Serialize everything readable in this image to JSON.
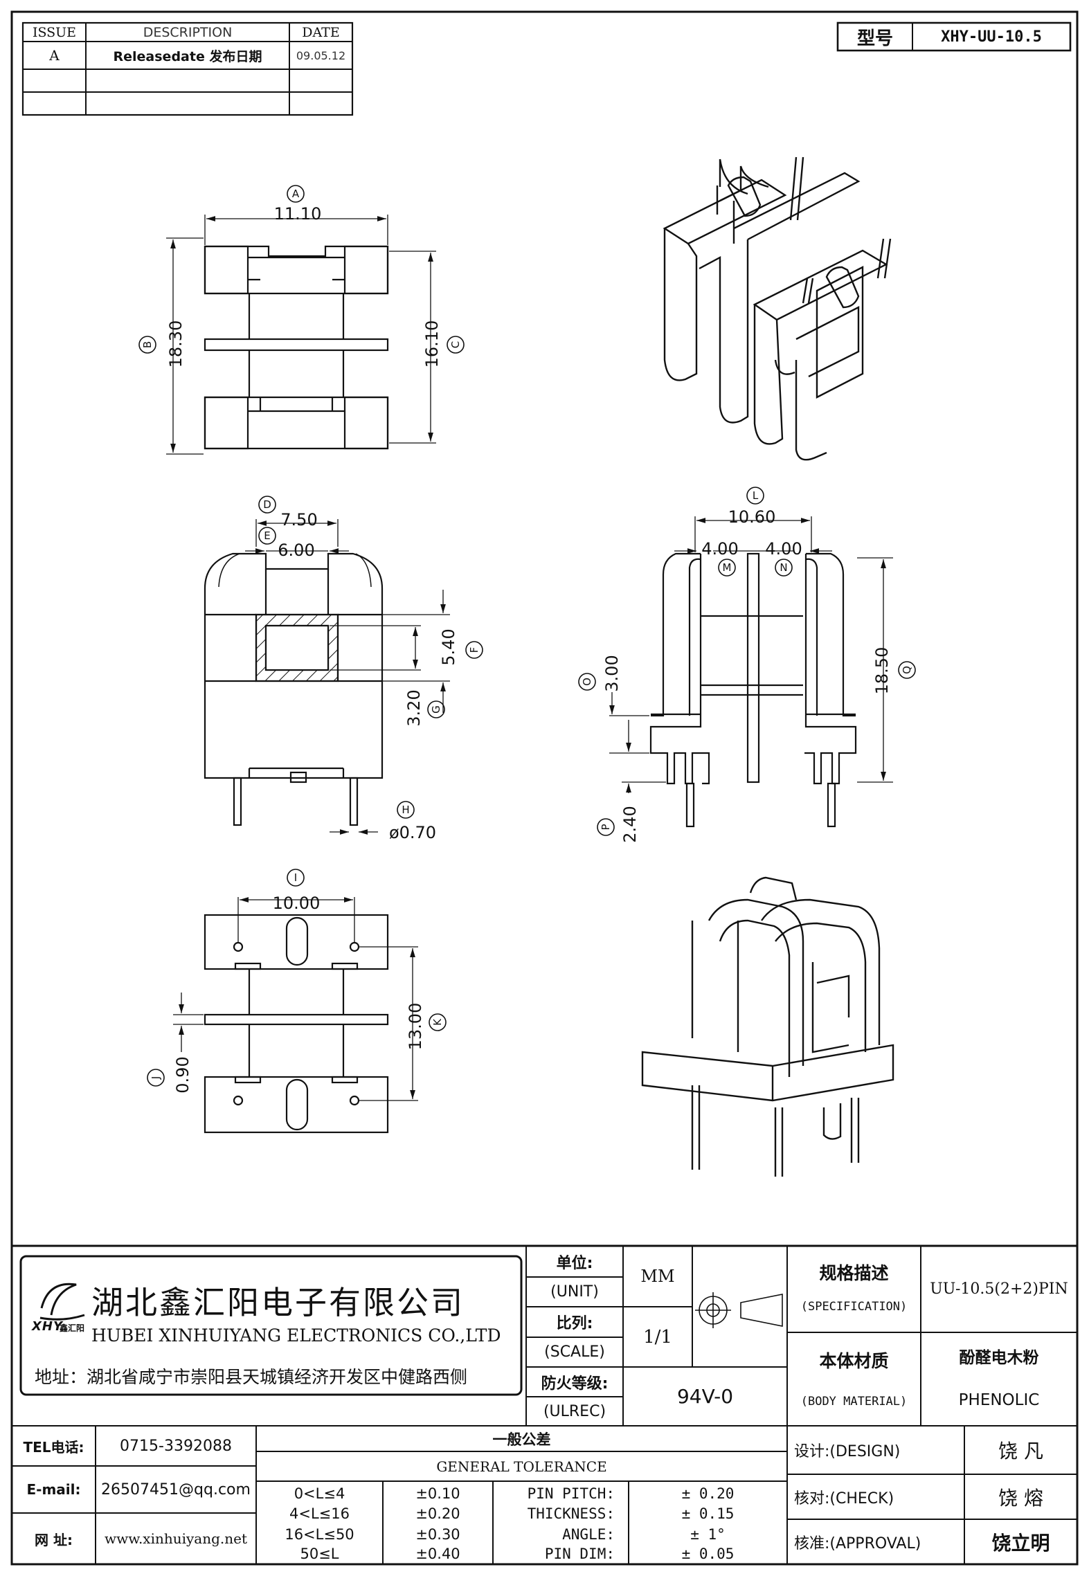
{
  "revision_table": {
    "headers": [
      "ISSUE",
      "DESCRIPTION",
      "DATE"
    ],
    "rows": [
      {
        "issue": "A",
        "description": "Releasedate 发布日期",
        "date": "09.05.12"
      }
    ]
  },
  "model": {
    "label": "型号",
    "value": "XHY-UU-10.5"
  },
  "dimensions": {
    "A": "11.10",
    "B": "18.30",
    "C": "16.10",
    "D": "7.50",
    "E": "6.00",
    "F": "5.40",
    "G": "3.20",
    "H": "ø0.70",
    "L": "10.60",
    "M": "4.00",
    "N": "4.00",
    "O": "3.00",
    "P": "2.40",
    "Q": "18.50",
    "I": "10.00",
    "J": "0.90",
    "K": "13.00"
  },
  "dim_letters": [
    "A",
    "B",
    "C",
    "D",
    "E",
    "F",
    "G",
    "H",
    "I",
    "J",
    "K",
    "L",
    "M",
    "N",
    "O",
    "P",
    "Q"
  ],
  "company": {
    "name_cn": "湖北鑫汇阳电子有限公司",
    "name_en": "HUBEI XINHUIYANG ELECTRONICS CO.,LTD",
    "logo_text": "XHY",
    "logo_sub": "鑫汇阳",
    "address": "地址：湖北省咸宁市崇阳县天城镇经济开发区中健路西侧"
  },
  "title_block": {
    "unit_cn": "单位:",
    "unit_en": "(UNIT)",
    "unit_value": "MM",
    "scale_cn": "比列:",
    "scale_en": "(SCALE)",
    "scale_value": "1/1",
    "ulrec_cn": "防火等级:",
    "ulrec_en": "(ULREC)",
    "ulrec_value": "94V-0",
    "spec_cn": "规格描述",
    "spec_en": "(SPECIFICATION)",
    "spec_value": "UU-10.5(2+2)PIN",
    "material_cn": "本体材质",
    "material_en": "(BODY MATERIAL)",
    "material_value_cn": "酚醛电木粉",
    "material_value_en": "PHENOLIC"
  },
  "contact": {
    "tel_label": "TEL电话:",
    "tel": "0715-3392088",
    "email_label": "E-mail:",
    "email": "26507451@qq.com",
    "web_label": "网   址:",
    "web": "www.xinhuiyang.net"
  },
  "tolerance": {
    "title_cn": "一般公差",
    "title_en": "GENERAL TOLERANCE",
    "ranges": [
      {
        "range": "0<L≤4",
        "tol": "±0.10"
      },
      {
        "range": "4<L≤16",
        "tol": "±0.20"
      },
      {
        "range": "16<L≤50",
        "tol": "±0.30"
      },
      {
        "range": "50≤L",
        "tol": "±0.40"
      }
    ],
    "items": [
      {
        "name": "PIN PITCH:",
        "val": "±  0.20"
      },
      {
        "name": "THICKNESS:",
        "val": "±  0.15"
      },
      {
        "name": "ANGLE:",
        "val": "±  1°"
      },
      {
        "name": "PIN DIM:",
        "val": "±  0.05"
      }
    ]
  },
  "approvals": [
    {
      "label": "设计:(DESIGN)",
      "name": "饶  凡"
    },
    {
      "label": "核对:(CHECK)",
      "name": "饶  熔"
    },
    {
      "label": "核准:(APPROVAL)",
      "name": "饶立明"
    }
  ]
}
